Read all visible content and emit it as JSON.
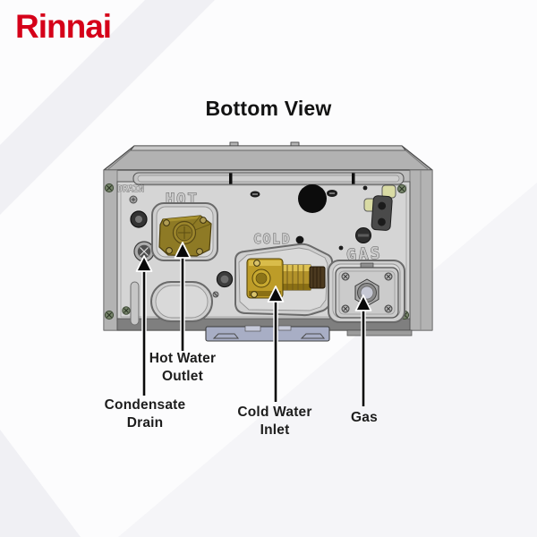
{
  "brand": {
    "logo_text": "Rinnai"
  },
  "title": "Bottom View",
  "device": {
    "engraved_labels": {
      "drain": "DRAIN",
      "hot": "HOT",
      "cold": "COLD",
      "gas": "GAS"
    }
  },
  "callouts": {
    "hot_water_outlet": {
      "line1": "Hot Water",
      "line2": "Outlet"
    },
    "condensate_drain": {
      "line1": "Condensate",
      "line2": "Drain"
    },
    "cold_water_inlet": {
      "line1": "Cold Water",
      "line2": "Inlet"
    },
    "gas": {
      "line1": "Gas"
    }
  },
  "colors": {
    "brand_red": "#d50019",
    "body_gray": "#bdbdbd",
    "face_gray": "#d5d5d5",
    "brass": "#bd9c28",
    "brass_dark": "#8e7a25",
    "bracket_blue_gray": "#a8aec5",
    "callout_black": "#0a0a0a"
  }
}
